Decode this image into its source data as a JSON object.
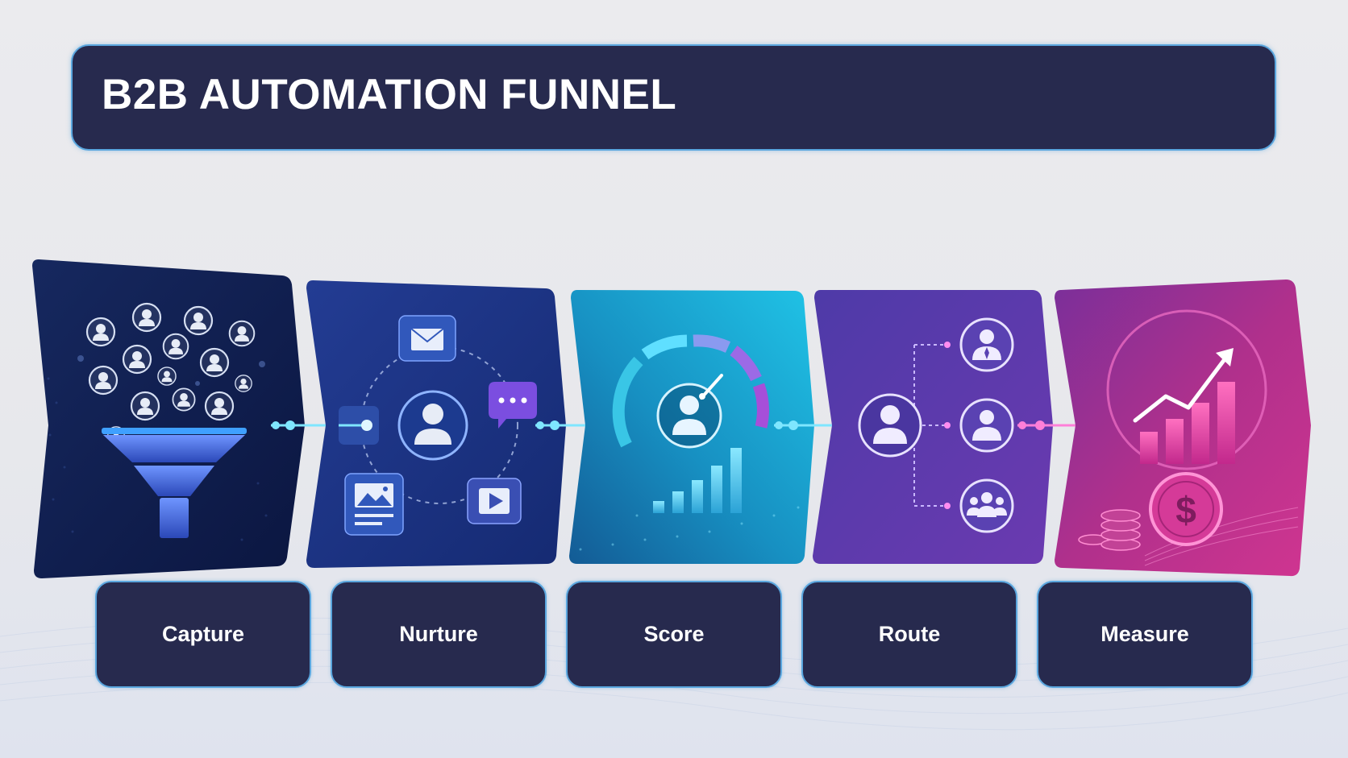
{
  "title": "B2B AUTOMATION FUNNEL",
  "stages": [
    {
      "label": "Capture",
      "icons": [
        "funnel-icon",
        "people-icon"
      ]
    },
    {
      "label": "Nurture",
      "icons": [
        "email-icon",
        "chat-icon",
        "image-icon",
        "video-icon",
        "user-icon"
      ]
    },
    {
      "label": "Score",
      "icons": [
        "gauge-icon",
        "user-icon",
        "bar-chart-icon"
      ]
    },
    {
      "label": "Route",
      "icons": [
        "user-icon",
        "businessman-icon",
        "group-icon"
      ]
    },
    {
      "label": "Measure",
      "icons": [
        "growth-chart-icon",
        "dollar-coin-icon",
        "coin-stack-icon"
      ]
    }
  ],
  "colors": {
    "title_bg": "#272a4e",
    "border": "#5aa6de",
    "capture": "#0f1f55",
    "nurture": "#1b3484",
    "score": "#1a9bc8",
    "route": "#5a3aa8",
    "measure": "#b0308c",
    "connector": "#7fe6ff"
  }
}
